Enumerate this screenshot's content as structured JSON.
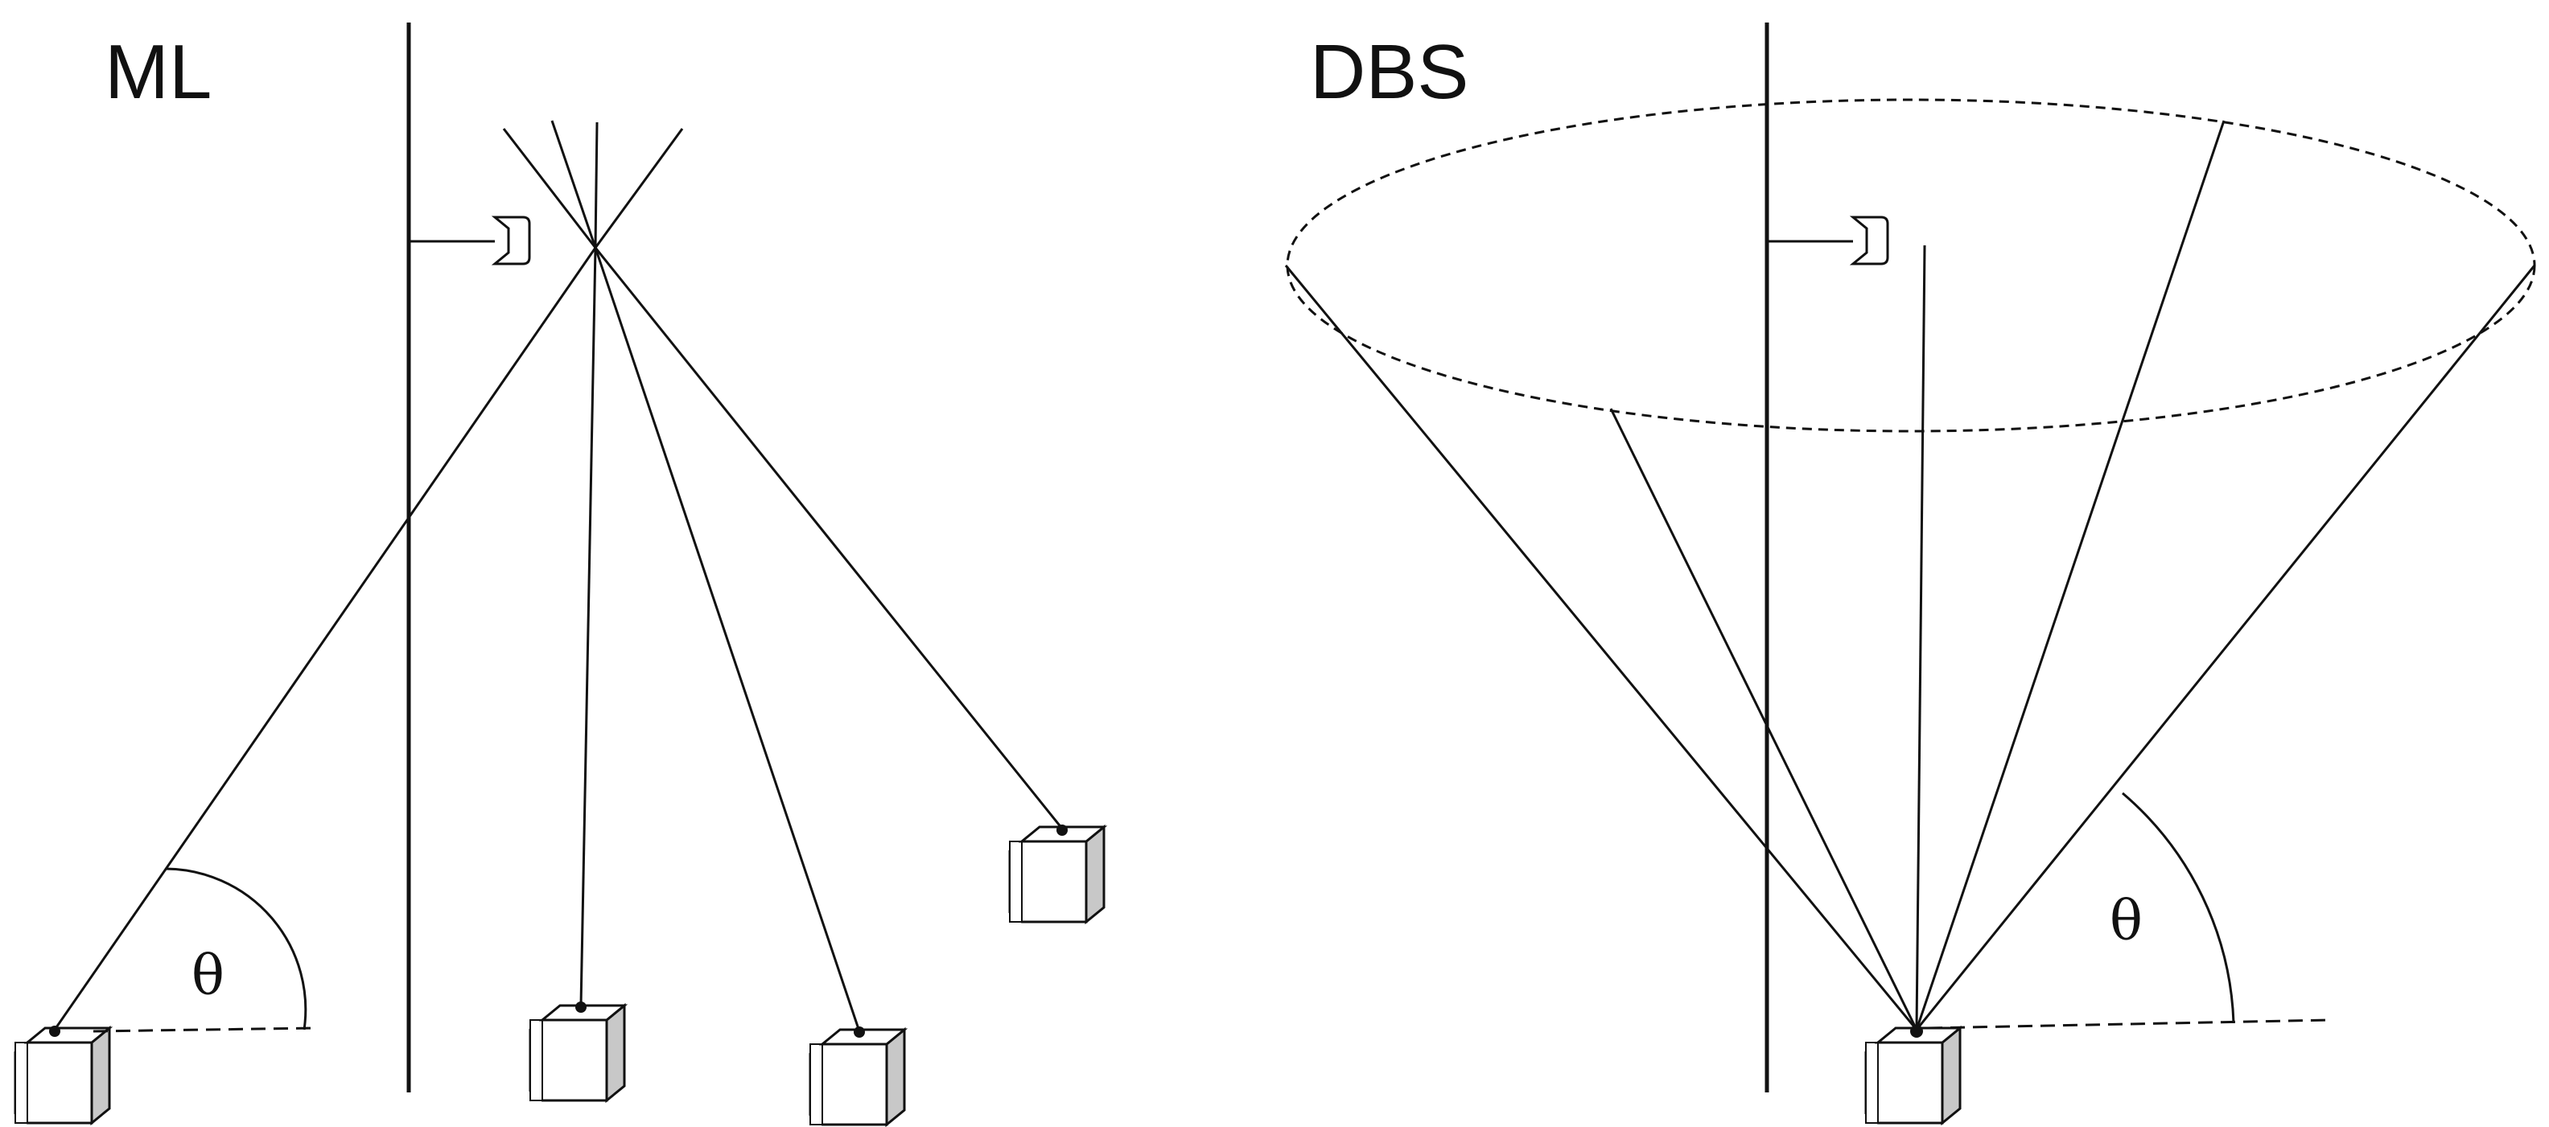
{
  "panels": {
    "ml": {
      "title": "ML",
      "angle_label": "θ"
    },
    "dbs": {
      "title": "DBS",
      "angle_label": "θ"
    }
  },
  "colors": {
    "line": "#111111",
    "box_front": "#ffffff",
    "box_top": "#ffffff",
    "box_side": "#c8c8c8",
    "sensor": "#ffffff"
  }
}
